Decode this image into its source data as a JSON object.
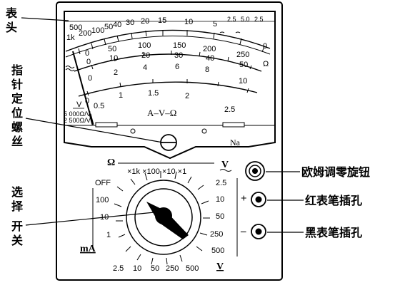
{
  "callouts": {
    "dial_head": [
      "表",
      "头"
    ],
    "zero_screw": [
      "指",
      "针",
      "定",
      "位",
      "螺",
      "丝"
    ],
    "selector": [
      "选",
      "择",
      "开",
      "关"
    ],
    "ohm_zero_knob": "欧姆调零旋钮",
    "red_jack": "红表笔插孔",
    "black_jack": "黑表笔插孔"
  },
  "dial": {
    "ohm_scale": [
      "500",
      "1k",
      "200",
      "100",
      "50",
      "40",
      "30",
      "20",
      "15",
      "10",
      "5",
      "2.5",
      "5.0",
      "2.5",
      "0"
    ],
    "ohm_symbol": "Ω",
    "voltage_scale_50": [
      "0",
      "50",
      "100",
      "150",
      "200",
      "250"
    ],
    "voltage_scale_10": [
      "0",
      "10",
      "20",
      "30",
      "40",
      "50"
    ],
    "voltage_scale_2": [
      "0",
      "2",
      "4",
      "6",
      "8",
      "10"
    ],
    "ac_scale": [
      "0",
      "0.5",
      "1",
      "1.5",
      "2",
      "2.5"
    ],
    "sens_v": "V",
    "sens_1": "5 000Ω/V",
    "sens_2": "2 500Ω/V",
    "model": "A–V–Ω",
    "brand": "Na"
  },
  "panel": {
    "ohm_symbol": "Ω",
    "ohm_ranges": "×1k ×100 ×10 ×1",
    "ac_v_symbol": "V",
    "ma_ranges": [
      "OFF",
      "100",
      "10",
      "1"
    ],
    "ma_label": "mA",
    "v_ranges": [
      "2.5",
      "10",
      "50",
      "250",
      "500"
    ],
    "acv_ranges": [
      "2.5",
      "10",
      "50",
      "250",
      "500"
    ],
    "v_label": "V",
    "plus": "+",
    "minus": "–"
  }
}
